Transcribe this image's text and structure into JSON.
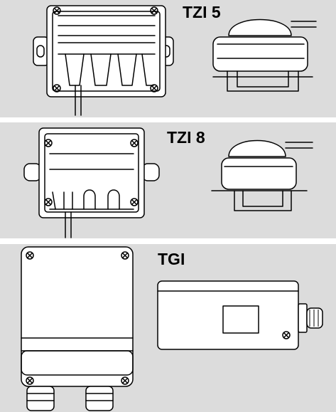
{
  "panels": [
    {
      "label": "TZI 5"
    },
    {
      "label": "TZI 8"
    },
    {
      "label": "TGI"
    }
  ],
  "colors": {
    "panel_bg": "#dcdcdc",
    "page_bg": "#ffffff",
    "line": "#000000"
  }
}
